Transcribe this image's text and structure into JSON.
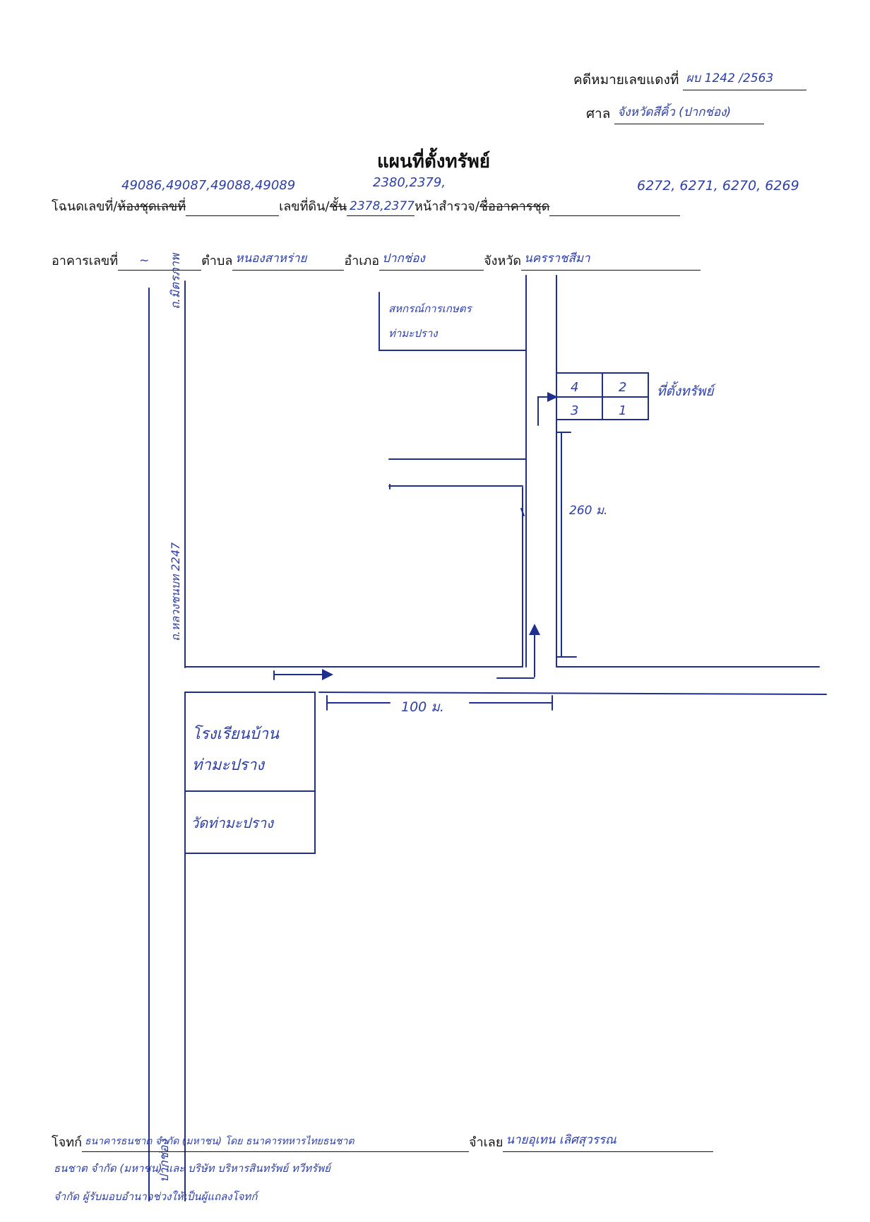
{
  "header": {
    "case_label": "คดีหมายเลขแดงที่",
    "case_number": "ผบ 1242 /2563",
    "court_label": "ศาล",
    "court_name": "จังหวัดสีคิ้ว (ปากช่อง)"
  },
  "title": "แผนที่ตั้งทรัพย์",
  "deed_row": {
    "deed_label": "โฉนดเลขที่/",
    "deed_label_struck": "ห้องชุดเลขที่",
    "land_label": "เลขที่ดิน/",
    "land_label_struck": "ชั้น",
    "survey_label": "หน้าสำรวจ/",
    "survey_label_struck": "ชื่ออาคารชุด",
    "deed_numbers": "49086,49087,49088,49089",
    "land_numbers_top": "2380,2379,",
    "land_numbers_bottom": "2378,2377",
    "survey_numbers": "6272, 6271, 6270, 6269"
  },
  "address_row": {
    "building_label": "อาคารเลขที่",
    "building_value": "~",
    "subdistrict_label": "ตำบล",
    "subdistrict_value": "หนองสาหร่าย",
    "district_label": "อำเภอ",
    "district_value": "ปากช่อง",
    "province_label": "จังหวัด",
    "province_value": "นครราชสีมา"
  },
  "map": {
    "road_top_label": "ถ.มิตรภาพ",
    "road_side_label": "ถ.หลวงชนบท 2247",
    "road_bottom_label": "ปากช่อง",
    "building_top": [
      "สหกรณ์การเกษตร",
      "ท่ามะปราง"
    ],
    "school": [
      "โรงเรียนบ้าน",
      "ท่ามะปราง"
    ],
    "temple": "วัดท่ามะปราง",
    "lots": [
      "4",
      "2",
      "3",
      "1"
    ],
    "property_label": "ที่ตั้งทรัพย์",
    "dist_260": "260 ม.",
    "dist_100": "100 ม."
  },
  "footer": {
    "plaintiff_label": "โจทก์",
    "plaintiff_line1": "ธนาคารธนชาต จำกัด (มหาชน) โดย ธนาคารทหารไทยธนชาต",
    "defendant_label": "จำเลย",
    "defendant_value": "นายอุเทน เลิศสุวรรณ",
    "line2": "ธนชาต จำกัด (มหาชน) และ บริษัท บริหารสินทรัพย์ ทวีทรัพย์",
    "line3": "จำกัด ผู้รับมอบอำนาจช่วงให้เป็นผู้แถลงโจทก์"
  },
  "colors": {
    "ink": "#2c3fa8",
    "print": "#111111"
  }
}
